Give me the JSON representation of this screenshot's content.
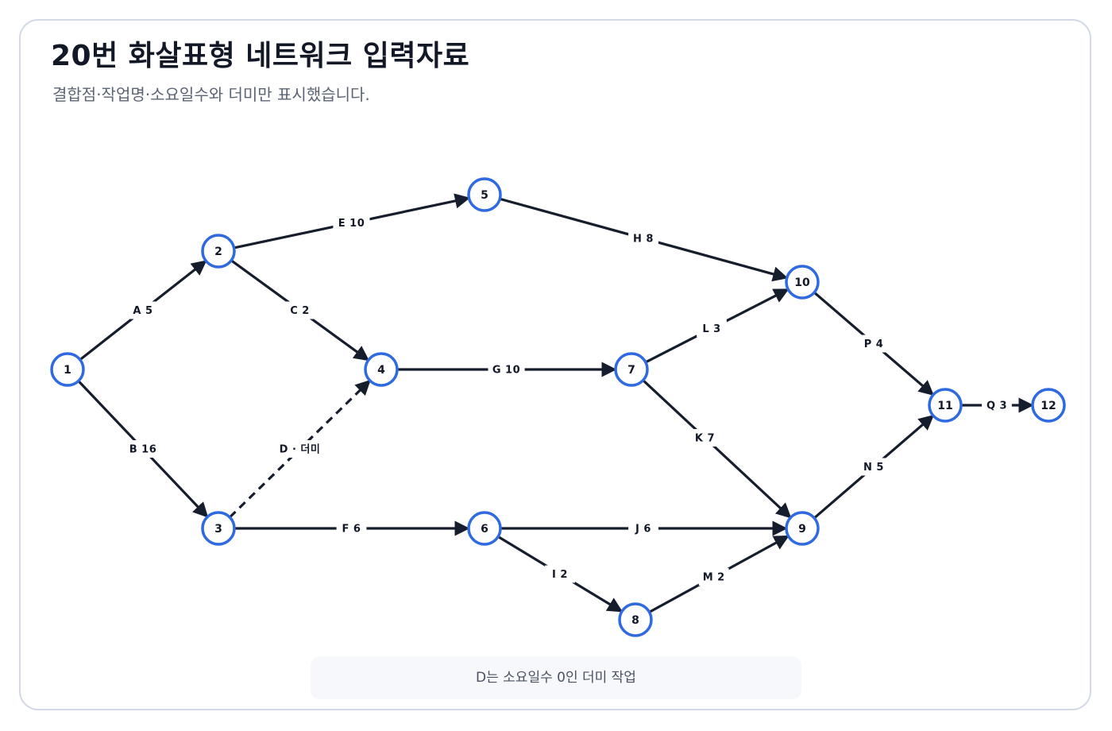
{
  "header": {
    "title": "20번 화살표형 네트워크 입력자료",
    "subtitle": "결합점·작업명·소요일수와 더미만 표시했습니다."
  },
  "note": {
    "text": "D는 소요일수 0인 더미 작업"
  },
  "colors": {
    "node_stroke": "#2f6ae1",
    "edge": "#161d2c",
    "border": "#d3dae5",
    "note_bg": "#f6f8fb"
  },
  "network": {
    "nodes": [
      {
        "id": 1,
        "label": "1"
      },
      {
        "id": 2,
        "label": "2"
      },
      {
        "id": 3,
        "label": "3"
      },
      {
        "id": 4,
        "label": "4"
      },
      {
        "id": 5,
        "label": "5"
      },
      {
        "id": 6,
        "label": "6"
      },
      {
        "id": 7,
        "label": "7"
      },
      {
        "id": 8,
        "label": "8"
      },
      {
        "id": 9,
        "label": "9"
      },
      {
        "id": 10,
        "label": "10"
      },
      {
        "id": 11,
        "label": "11"
      },
      {
        "id": 12,
        "label": "12"
      }
    ],
    "activities": [
      {
        "from": 1,
        "to": 2,
        "name": "A",
        "duration": 5,
        "label": "A 5",
        "dummy": false
      },
      {
        "from": 1,
        "to": 3,
        "name": "B",
        "duration": 16,
        "label": "B 16",
        "dummy": false
      },
      {
        "from": 2,
        "to": 4,
        "name": "C",
        "duration": 2,
        "label": "C 2",
        "dummy": false
      },
      {
        "from": 3,
        "to": 4,
        "name": "D",
        "duration": 0,
        "label": "D · 더미",
        "dummy": true
      },
      {
        "from": 2,
        "to": 5,
        "name": "E",
        "duration": 10,
        "label": "E 10",
        "dummy": false
      },
      {
        "from": 3,
        "to": 6,
        "name": "F",
        "duration": 6,
        "label": "F 6",
        "dummy": false
      },
      {
        "from": 4,
        "to": 7,
        "name": "G",
        "duration": 10,
        "label": "G 10",
        "dummy": false
      },
      {
        "from": 5,
        "to": 10,
        "name": "H",
        "duration": 8,
        "label": "H 8",
        "dummy": false
      },
      {
        "from": 6,
        "to": 8,
        "name": "I",
        "duration": 2,
        "label": "I 2",
        "dummy": false
      },
      {
        "from": 6,
        "to": 9,
        "name": "J",
        "duration": 6,
        "label": "J 6",
        "dummy": false
      },
      {
        "from": 7,
        "to": 9,
        "name": "K",
        "duration": 7,
        "label": "K 7",
        "dummy": false
      },
      {
        "from": 7,
        "to": 10,
        "name": "L",
        "duration": 3,
        "label": "L 3",
        "dummy": false
      },
      {
        "from": 8,
        "to": 9,
        "name": "M",
        "duration": 2,
        "label": "M 2",
        "dummy": false
      },
      {
        "from": 9,
        "to": 11,
        "name": "N",
        "duration": 5,
        "label": "N 5",
        "dummy": false
      },
      {
        "from": 10,
        "to": 11,
        "name": "P",
        "duration": 4,
        "label": "P 4",
        "dummy": false
      },
      {
        "from": 11,
        "to": 12,
        "name": "Q",
        "duration": 3,
        "label": "Q 3",
        "dummy": false
      }
    ]
  }
}
